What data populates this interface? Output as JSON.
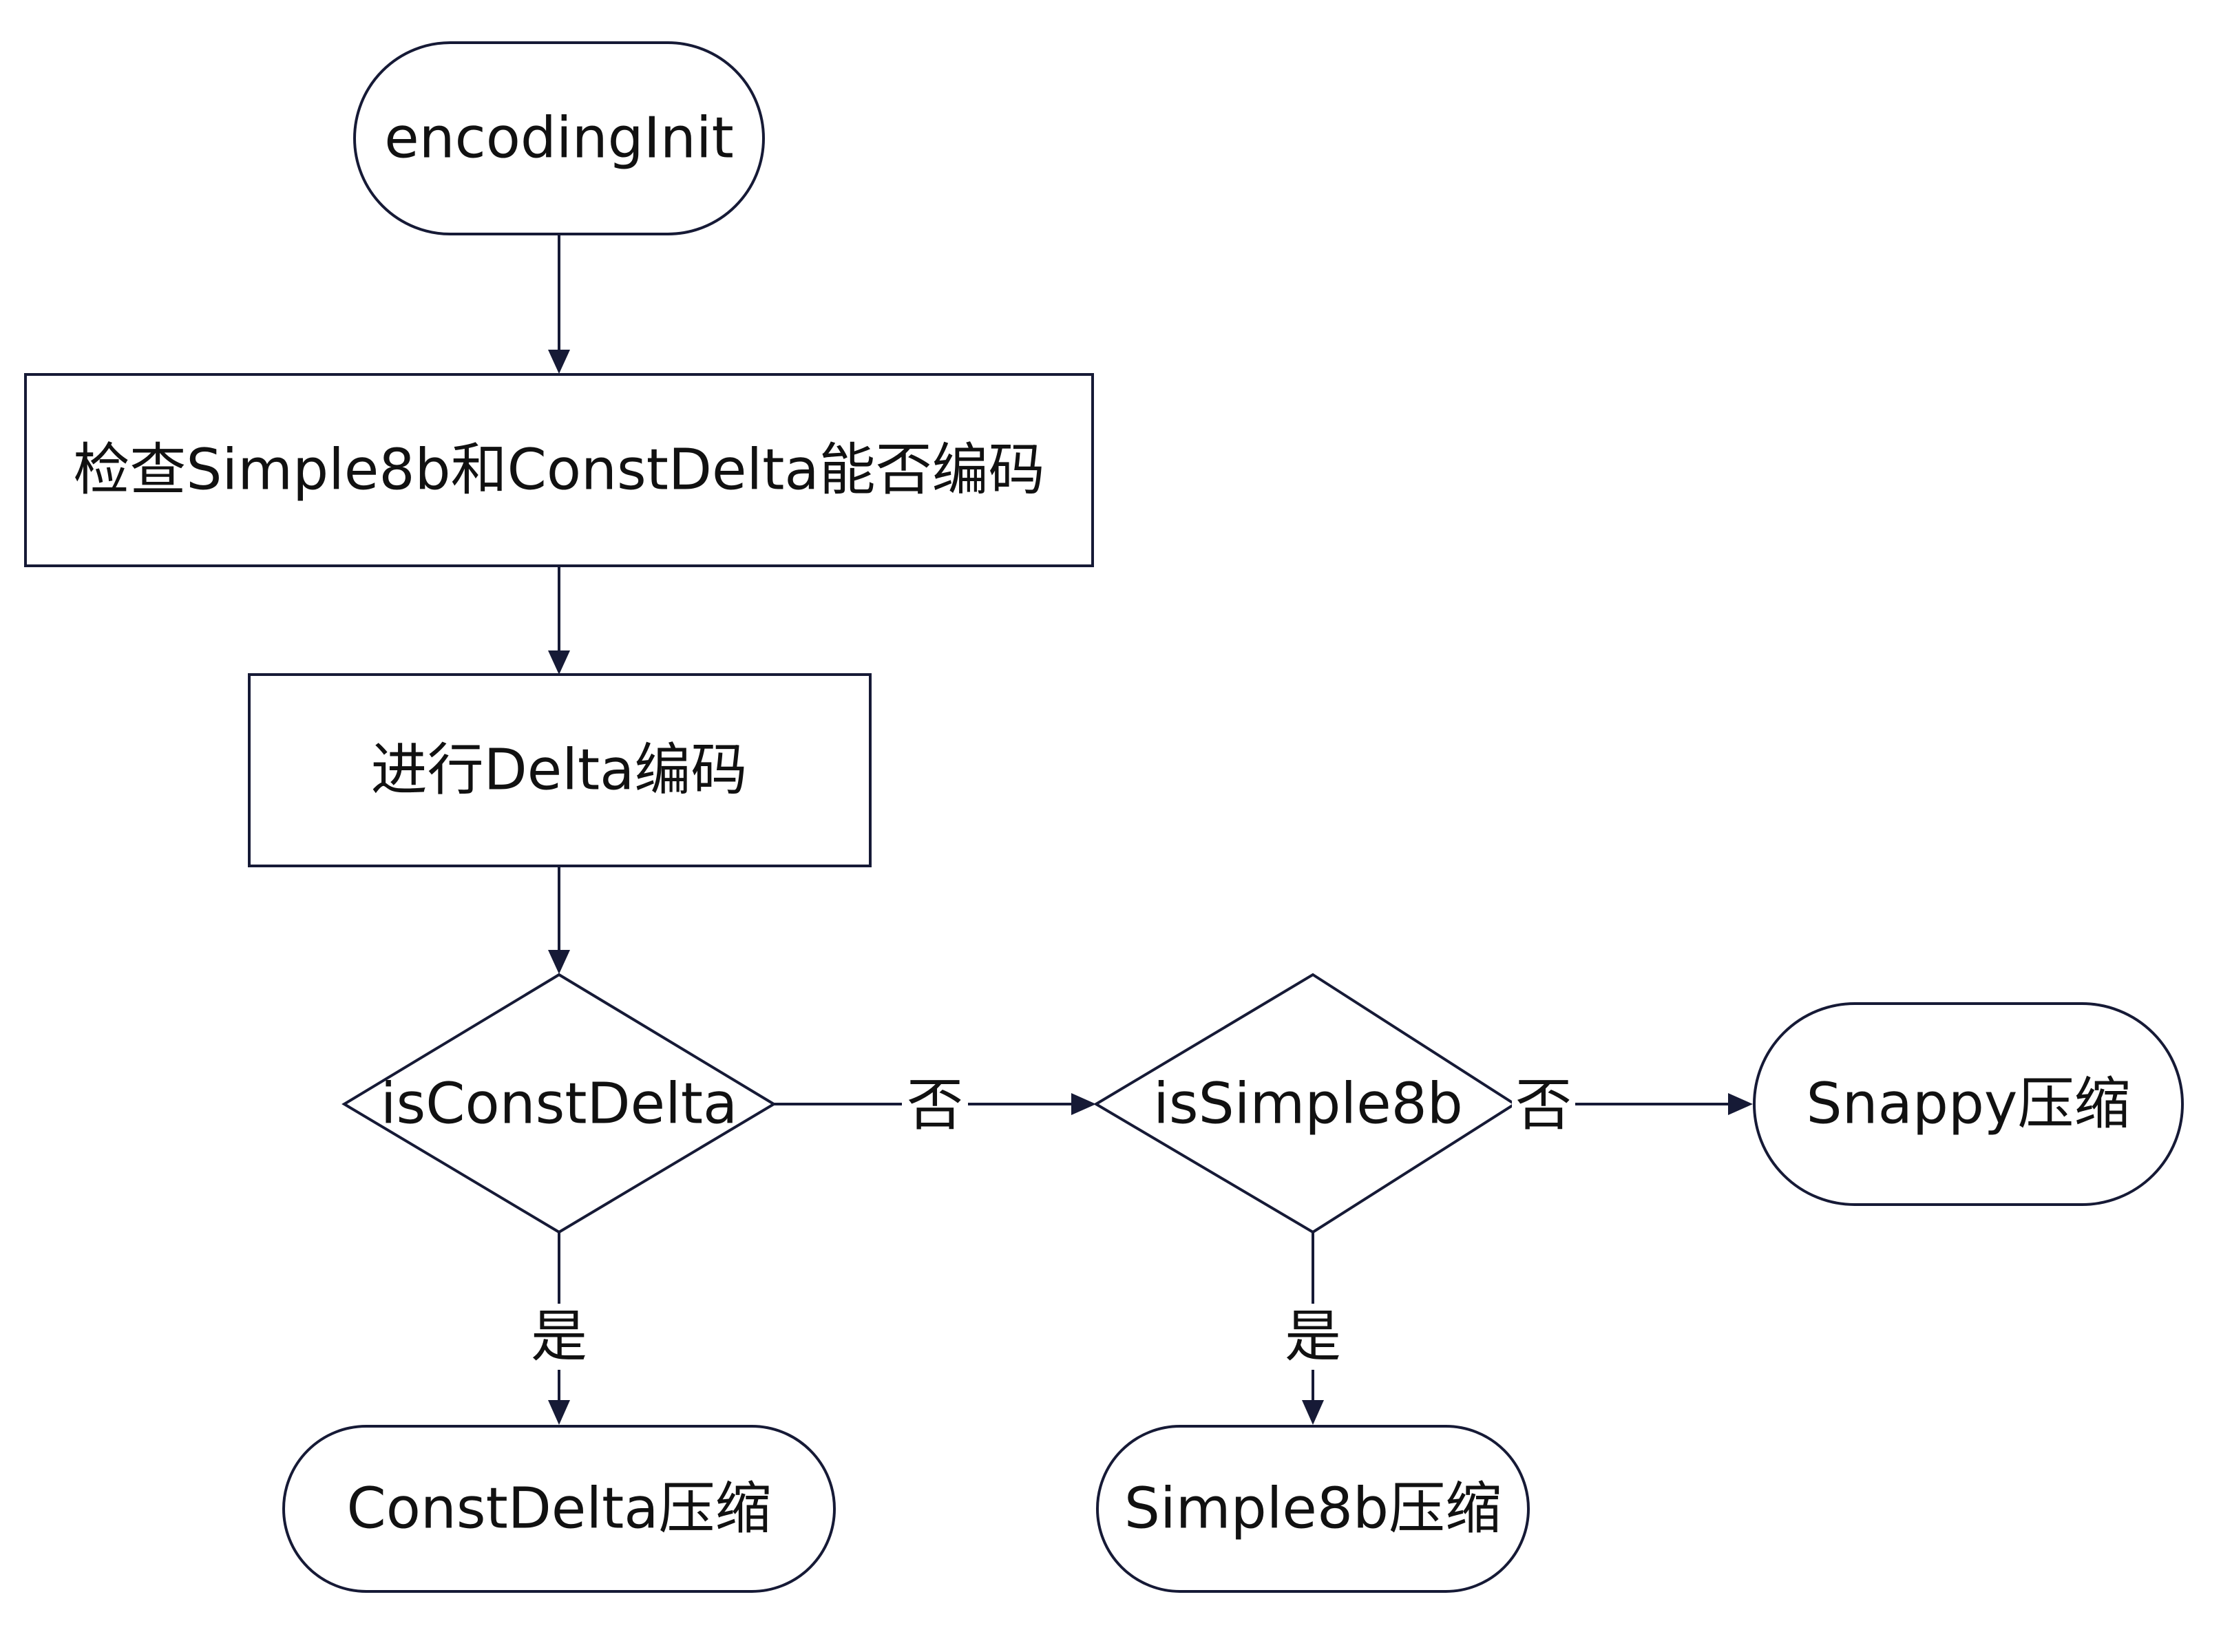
{
  "nodes": {
    "start": {
      "label": "encodingInit"
    },
    "check": {
      "label": "检查Simple8b和ConstDelta能否编码"
    },
    "delta": {
      "label": "进行Delta编码"
    },
    "is_const_delta": {
      "label": "isConstDelta"
    },
    "is_simple8b": {
      "label": "isSimple8b"
    },
    "snappy": {
      "label": "Snappy压缩"
    },
    "const_delta_compress": {
      "label": "ConstDelta压缩"
    },
    "simple8b_compress": {
      "label": "Simple8b压缩"
    }
  },
  "edges": {
    "const_no": {
      "label": "否"
    },
    "const_yes": {
      "label": "是"
    },
    "simple_no": {
      "label": "否"
    },
    "simple_yes": {
      "label": "是"
    }
  },
  "colors": {
    "stroke": "#161a36",
    "text": "#111111",
    "background": "#ffffff"
  }
}
